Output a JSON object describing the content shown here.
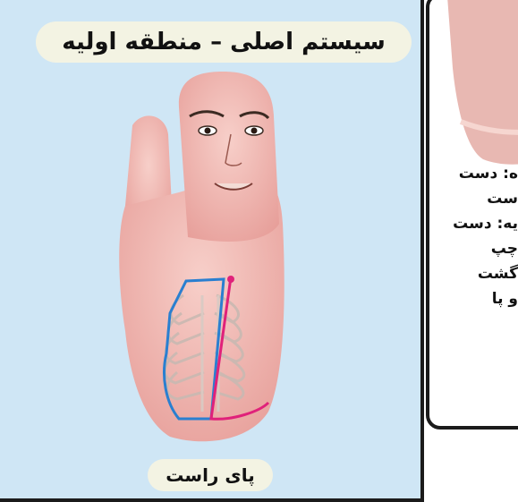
{
  "main_panel": {
    "title": "سیستم اصلی – منطقه اولیه",
    "caption": "پای راست"
  },
  "side_panel": {
    "lines": [
      "ه: دست",
      "ست",
      "یه: دست",
      "چپ",
      "",
      "گشت",
      "و پا"
    ]
  },
  "colors": {
    "panel_bg": "#cfe6f5",
    "pill_bg": "#f3f3e3",
    "skin": "#f0b8b4",
    "outline_blue": "#2a7fd0",
    "outline_magenta": "#e0217a",
    "border": "#1b1b1b"
  }
}
